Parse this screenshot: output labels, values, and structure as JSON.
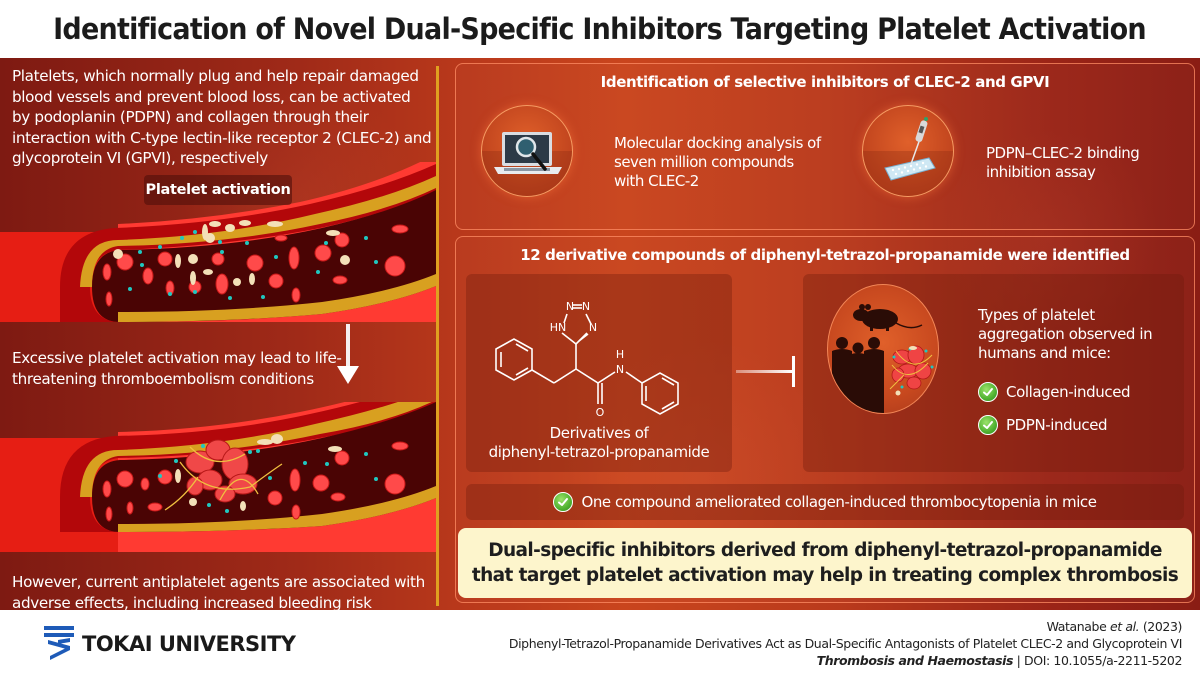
{
  "title": "Identification of Novel Dual-Specific Inhibitors Targeting Platelet Activation",
  "left_column": {
    "intro_text": "Platelets, which normally plug and help repair damaged blood vessels and prevent blood loss, can be activated by podoplanin (PDPN) and collagen through their interaction with  C-type lectin-like receptor 2 (CLEC-2) and glycoprotein VI (GPVI), respectively",
    "badge": "Platelet activation",
    "excessive_text": "Excessive platelet activation may lead to life-threatening thromboembolism conditions",
    "however_text": "However, current antiplatelet agents are associated with adverse effects, including increased bleeding risk"
  },
  "top_panel": {
    "heading": "Identification of selective inhibitors of CLEC-2 and GPVI",
    "steps": [
      {
        "icon": "laptop-magnifier-icon",
        "text": "Molecular docking analysis of seven million compounds with CLEC-2"
      },
      {
        "icon": "pipette-plate-icon",
        "text": "PDPN–CLEC-2 binding inhibition assay"
      }
    ]
  },
  "bottom_panel": {
    "heading": "12 derivative compounds of diphenyl-tetrazol-propanamide were identified",
    "chemical": {
      "atom_labels": [
        "N",
        "N",
        "HN",
        "N",
        "H",
        "N",
        "O"
      ],
      "caption_line1": "Derivatives of",
      "caption_line2": "diphenyl-tetrazol-propanamide"
    },
    "aggregation": {
      "heading": "Types of platelet aggregation observed in humans and mice:",
      "items": [
        "Collagen-induced",
        "PDPN-induced"
      ]
    },
    "result": "One compound ameliorated collagen-induced thrombocytopenia in mice"
  },
  "conclusion": {
    "line1": "Dual-specific inhibitors derived from diphenyl-tetrazol-propanamide",
    "line2": "that target platelet activation may help in treating complex thrombosis"
  },
  "footer": {
    "logo_text": "TOKAI UNIVERSITY",
    "author": "Watanabe",
    "et_al": "et al.",
    "year": "(2023)",
    "paper_title": "Diphenyl-Tetrazol-Propanamide Derivatives Act as Dual-Specific Antagonists of Platelet CLEC-2 and Glycoprotein VI",
    "journal": "Thrombosis and Haemostasis",
    "doi": "| DOI: 10.1055/a-2211-5202"
  },
  "colors": {
    "background_red": "#b8381b",
    "accent_gold": "#e0a020",
    "conclusion_bg": "#fdf5cc",
    "check_green": "#4fb131",
    "logo_blue": "#1e5bb8"
  }
}
